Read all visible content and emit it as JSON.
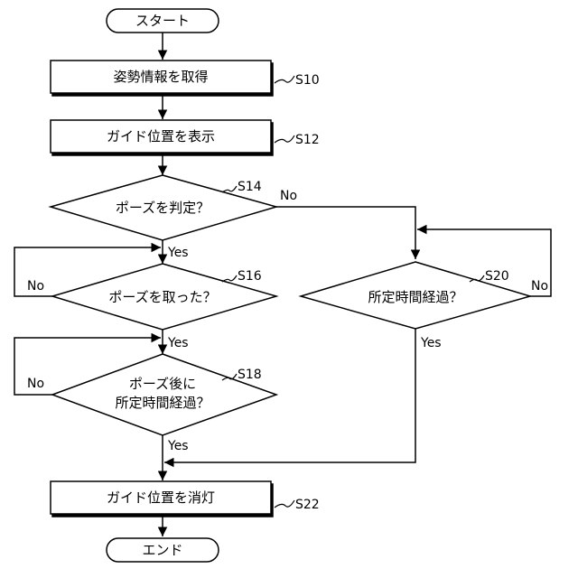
{
  "nodes": {
    "start": {
      "text": "スタート"
    },
    "s10": {
      "text": "姿勢情報を取得",
      "step": "S10"
    },
    "s12": {
      "text": "ガイド位置を表示",
      "step": "S12"
    },
    "s14": {
      "text": "ポーズを判定？",
      "step": "S14"
    },
    "s16": {
      "text": "ポーズを取った？",
      "step": "S16"
    },
    "s18": {
      "line1": "ポーズ後に",
      "line2": "所定時間経過？",
      "step": "S18"
    },
    "s20": {
      "text": "所定時間経過？",
      "step": "S20"
    },
    "s22": {
      "text": "ガイド位置を消灯",
      "step": "S22"
    },
    "end": {
      "text": "エンド"
    }
  },
  "branches": {
    "s14_yes": "Yes",
    "s14_no": "No",
    "s16_yes": "Yes",
    "s16_no": "No",
    "s18_yes": "Yes",
    "s18_no": "No",
    "s20_yes": "Yes",
    "s20_no": "No"
  }
}
